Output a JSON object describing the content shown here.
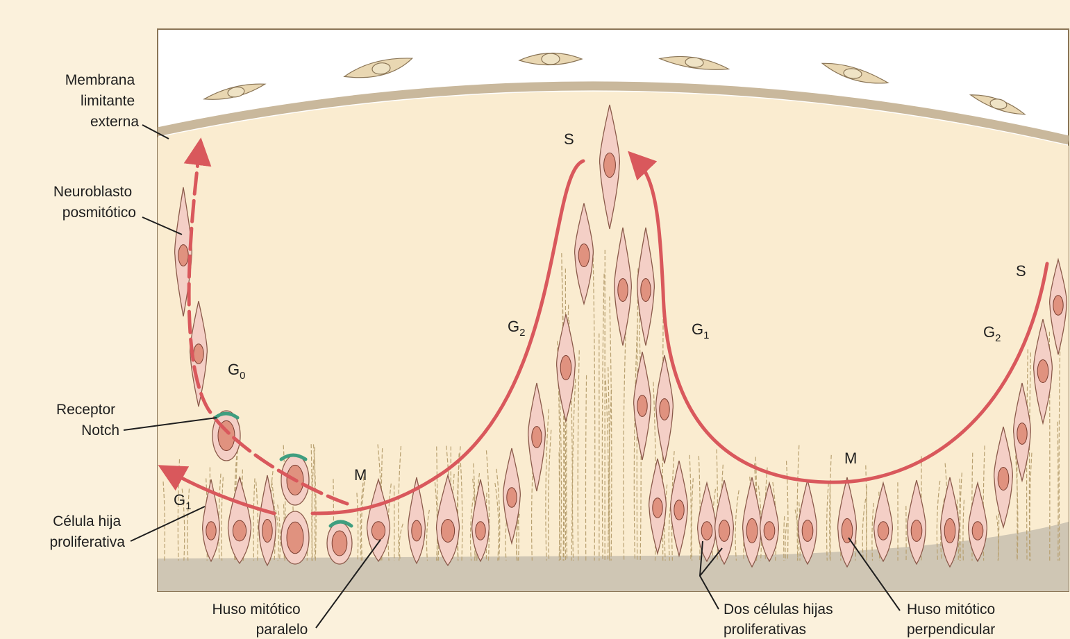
{
  "labels": {
    "membrana": [
      "Membrana",
      "limitante",
      "externa"
    ],
    "neuroblasto": [
      "Neuroblasto",
      "posmitótico"
    ],
    "receptor": [
      "Receptor",
      "Notch"
    ],
    "celula_hija": [
      "Célula hija",
      "proliferativa"
    ],
    "huso_paralelo": [
      "Huso mitótico",
      "paralelo"
    ],
    "dos_celulas": [
      "Dos células hijas",
      "proliferativas"
    ],
    "huso_perpendicular": [
      "Huso mitótico",
      "perpendicular"
    ]
  },
  "phases": {
    "s_left": "S",
    "s_right": "S",
    "g2_left": {
      "main": "G",
      "sub": "2"
    },
    "g2_right": {
      "main": "G",
      "sub": "2"
    },
    "g1_center": {
      "main": "G",
      "sub": "1"
    },
    "g1_left": {
      "main": "G",
      "sub": "1"
    },
    "g0": {
      "main": "G",
      "sub": "0"
    },
    "m_left": "M",
    "m_right": "M"
  },
  "colors": {
    "background": "#fbf1dc",
    "tissue": "#faecd0",
    "membrane": "#c9b89c",
    "basal_layer": "#cfc6b4",
    "cell_body": "#f4cfc6",
    "nucleus": "#e0927f",
    "arrow": "#d9585c",
    "notch": "#3f9e7f",
    "fibers": "#b8a070"
  }
}
